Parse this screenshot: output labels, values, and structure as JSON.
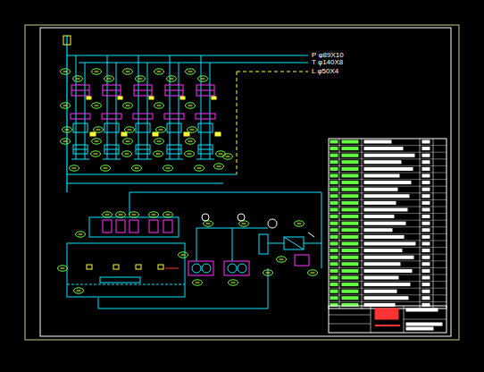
{
  "diagram": {
    "labels": [
      "P φ89X10",
      "T φ140X8",
      "L φ50X4"
    ]
  }
}
